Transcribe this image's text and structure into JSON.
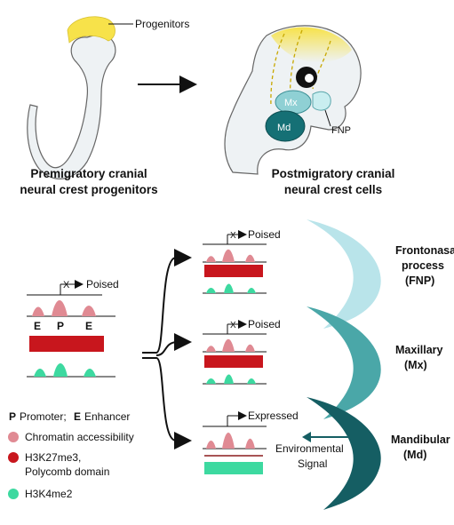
{
  "top": {
    "progenitors_label": "Progenitors",
    "mx_label": "Mx",
    "md_label": "Md",
    "fnp_label": "FNP",
    "premigratory_line1": "Premigratory cranial",
    "premigratory_line2": "neural crest progenitors",
    "postmigratory_line1": "Postmigratory cranial",
    "postmigratory_line2": "neural crest cells"
  },
  "left_locus": {
    "x_mark": "X",
    "poised_label": "Poised",
    "letters": [
      "E",
      "P",
      "E"
    ]
  },
  "branches": [
    {
      "state_label": "Poised",
      "region_line1": "Frontonasal",
      "region_line2": "process",
      "region_line3": "(FNP)",
      "has_x": true,
      "has_repressive_bar": true,
      "color": "#b9e4ea"
    },
    {
      "state_label": "Poised",
      "region_line1": "Maxillary",
      "region_line2": "(Mx)",
      "region_line3": "",
      "has_x": true,
      "has_repressive_bar": true,
      "color": "#4aa7a8"
    },
    {
      "state_label": "Expressed",
      "region_line1": "Mandibular",
      "region_line2": "(Md)",
      "region_line3": "",
      "has_x": false,
      "has_repressive_bar": false,
      "color": "#155e63"
    }
  ],
  "environmental_signal": {
    "line1": "Environmental",
    "line2": "Signal"
  },
  "legend": {
    "promoter_key": "P",
    "promoter_text": "Promoter;",
    "enhancer_key": "E",
    "enhancer_text": "Enhancer",
    "items": [
      {
        "label": "Chromatin accessibility",
        "color": "#e08a93"
      },
      {
        "label_line1": "H3K27me3,",
        "label_line2": "Polycomb domain",
        "color": "#c8161d"
      },
      {
        "label": "H3K4me2",
        "color": "#3dd9a0"
      }
    ]
  },
  "colors": {
    "accessibility_peak": "#e08a93",
    "repressive_bar": "#c8161d",
    "active_mark": "#3dd9a0",
    "progenitor_yellow": "#f7e24a",
    "embryo_fill": "#e9eef1"
  }
}
